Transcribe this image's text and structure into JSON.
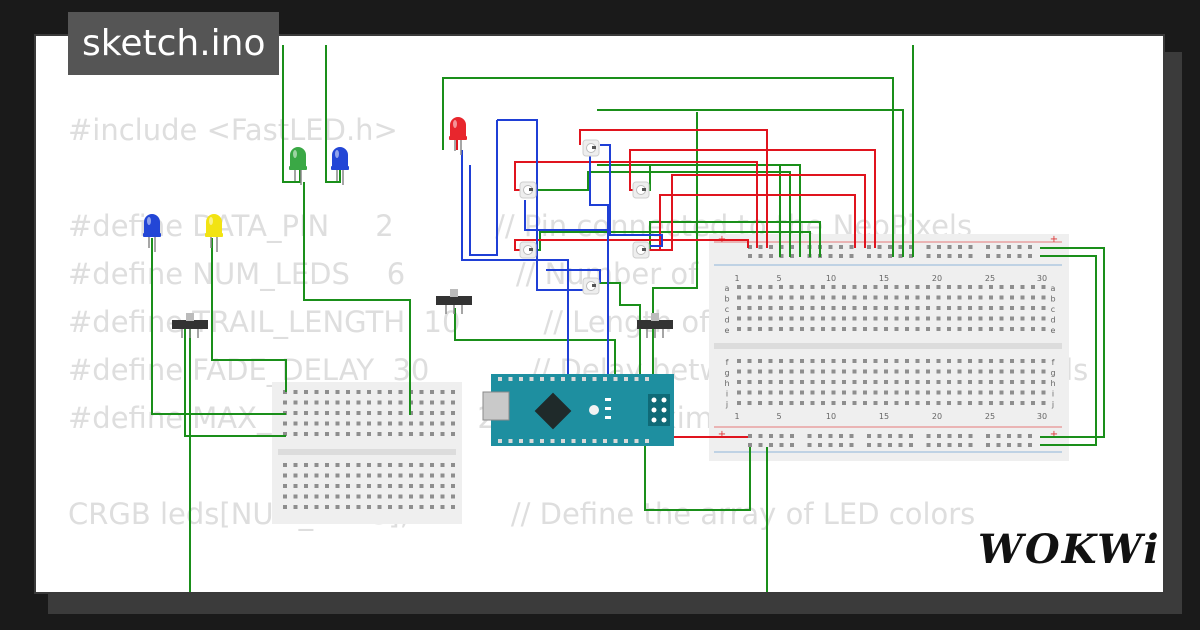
{
  "title": "sketch.ino",
  "code_lines": [
    "#include <FastLED.h>",
    "",
    "#define DATA_PIN     2           // Pin connected to the NeoPixels",
    "#define NUM_LEDS    6            // Number of NeoPixels",
    "#define TRAIL_LENGTH  10         // Length of the trail",
    "#define FADE_DELAY  30           // Delay between steps in milliseconds",
    "#define MAX_BRIGHTNESS  255      // Maximum brightness",
    "",
    "CRGB leds[NUM_LEDS];           // Define the array of LED colors"
  ],
  "logo": "WOKWi",
  "breadboard": {
    "columns": [
      "1",
      "5",
      "10",
      "15",
      "20",
      "25",
      "30"
    ],
    "rows_top": [
      "a",
      "b",
      "c",
      "d",
      "e"
    ],
    "rows_bottom": [
      "f",
      "g",
      "h",
      "i",
      "j"
    ]
  },
  "colors": {
    "wire_green": "#1a8f1a",
    "wire_red": "#e0141e",
    "wire_blue": "#1f3fd6",
    "led_red": "#e8262d",
    "led_green": "#3aa845",
    "led_blue": "#2346d6",
    "led_yellow": "#f2e313",
    "nano": "#1e8fa0"
  }
}
